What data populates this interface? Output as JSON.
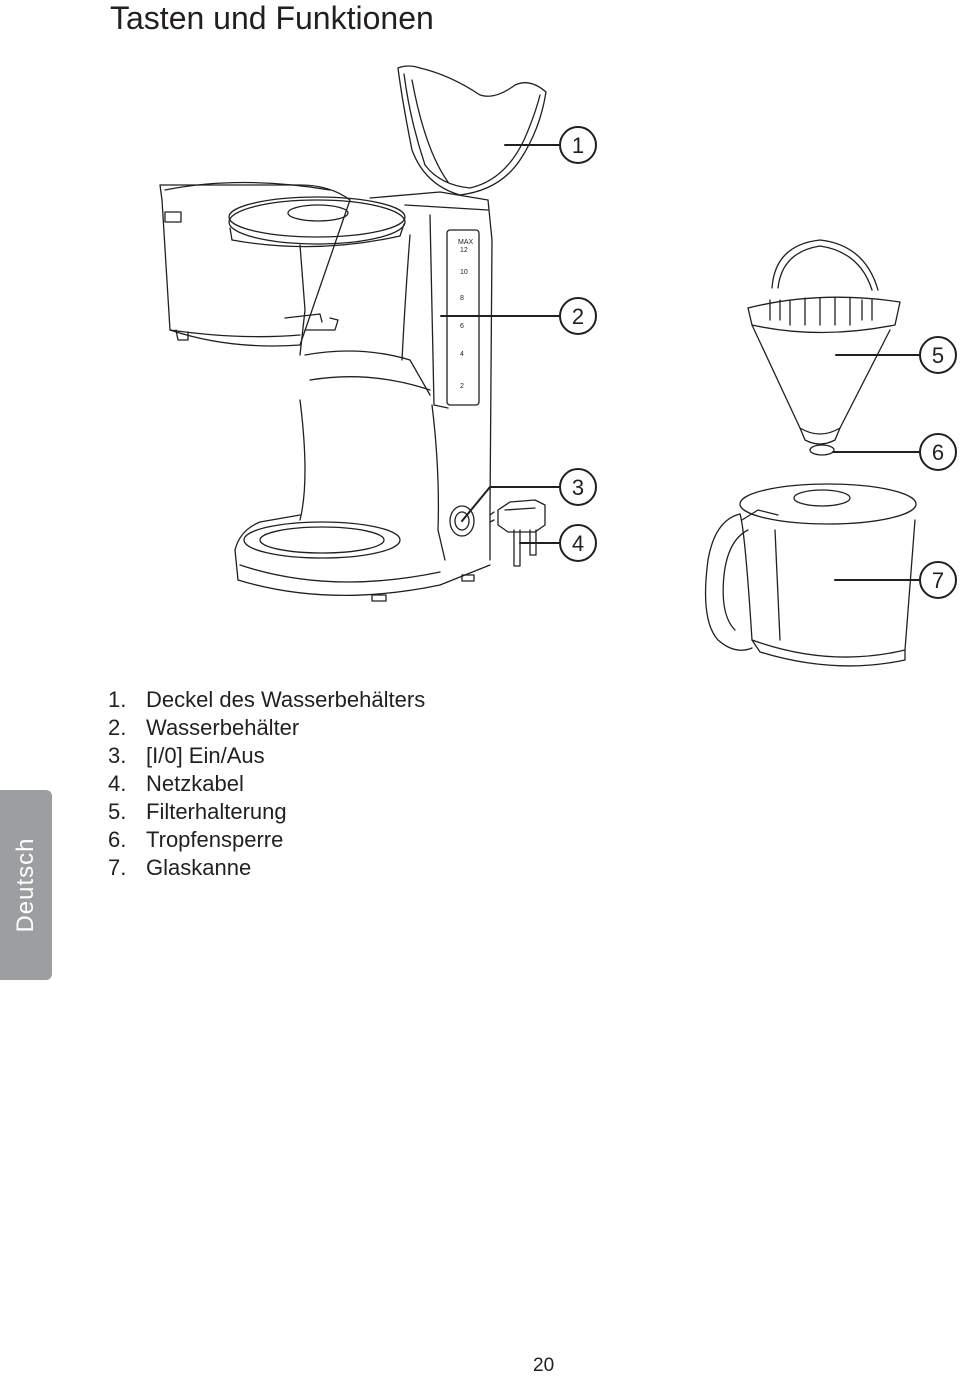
{
  "page": {
    "title": "Tasten und Funktionen",
    "language_tab": "Deutsch",
    "page_number": "20"
  },
  "callouts": [
    "1",
    "2",
    "3",
    "4",
    "5",
    "6",
    "7"
  ],
  "scale_marks": [
    "MAX",
    "12",
    "10",
    "8",
    "6",
    "4",
    "2"
  ],
  "items": [
    {
      "num": "1.",
      "label": "Deckel des Wasserbehälters"
    },
    {
      "num": "2.",
      "label": "Wasserbehälter"
    },
    {
      "num": "3.",
      "label": "[I/0] Ein/Aus"
    },
    {
      "num": "4.",
      "label": "Netzkabel"
    },
    {
      "num": "5.",
      "label": "Filterhalterung"
    },
    {
      "num": "6.",
      "label": "Tropfensperre"
    },
    {
      "num": "7.",
      "label": "Glaskanne"
    }
  ],
  "colors": {
    "text": "#231f20",
    "tab": "#9d9ea0",
    "line": "#231f20"
  }
}
